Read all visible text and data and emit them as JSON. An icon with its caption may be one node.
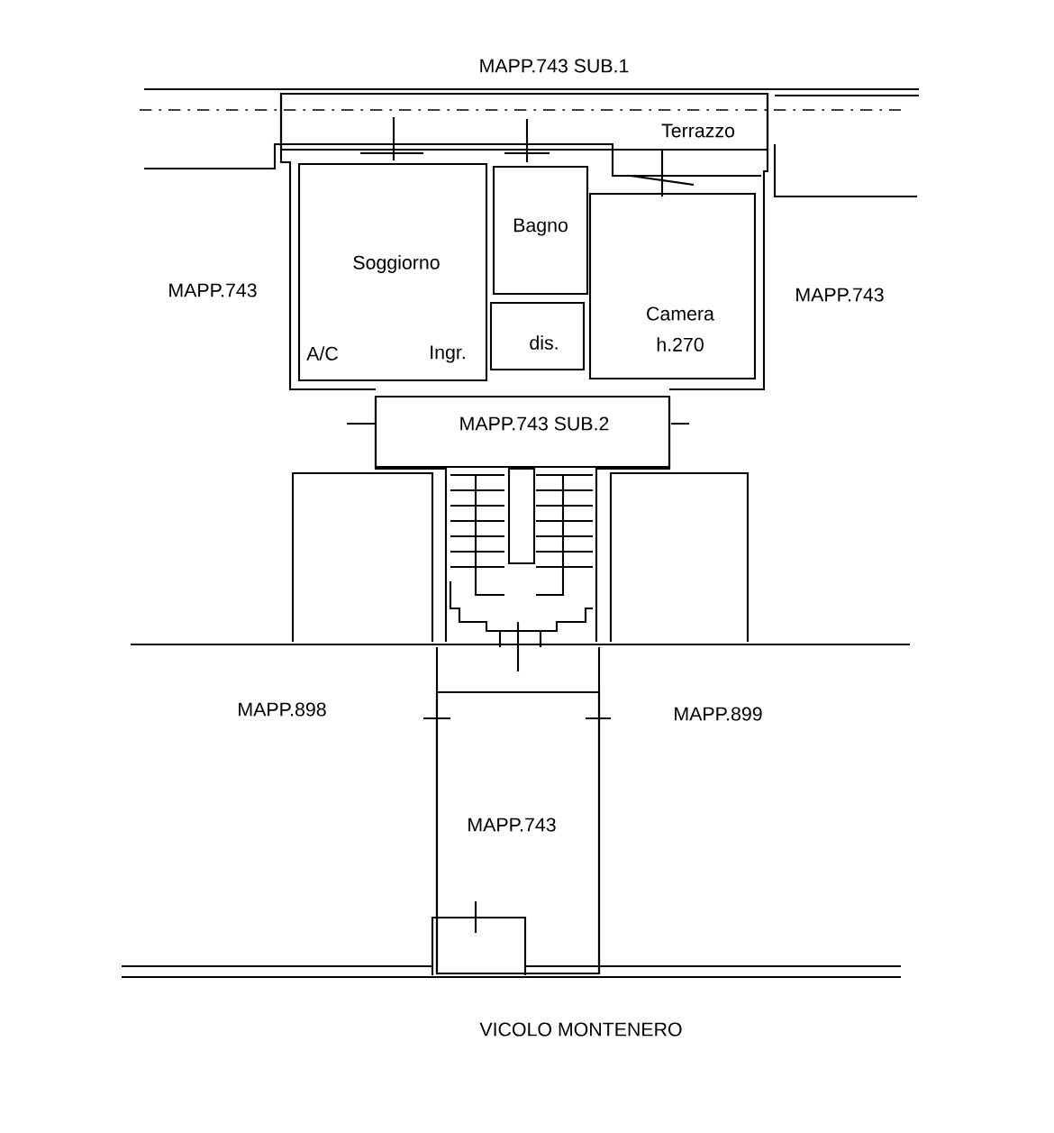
{
  "diagram": {
    "nodes": [
      {
        "text": [
          "Terrazzo"
        ]
      },
      {
        "text": [
          "Soggiorno",
          "A/C",
          "Ingr."
        ]
      },
      {
        "text": [
          "Bagno"
        ]
      },
      {
        "text": [
          "dis."
        ]
      },
      {
        "text": [
          "Camera",
          "h.270"
        ]
      },
      {
        "text": [
          "MAPP.743 SUB.2"
        ]
      },
      {
        "text": [
          "MAPP.743"
        ]
      }
    ],
    "labels": [
      "MAPP.743 SUB.1",
      "MAPP.743",
      "MAPP.743",
      "MAPP.898",
      "MAPP.899",
      "VICOLO MONTENERO"
    ]
  }
}
